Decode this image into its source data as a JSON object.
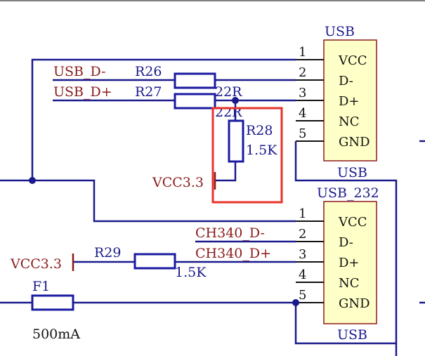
{
  "connector1": {
    "title": "USB",
    "footer": "USB",
    "pins": [
      {
        "num": "1",
        "name": "VCC"
      },
      {
        "num": "2",
        "name": "D-"
      },
      {
        "num": "3",
        "name": "D+"
      },
      {
        "num": "4",
        "name": "NC"
      },
      {
        "num": "5",
        "name": "GND"
      }
    ]
  },
  "connector2": {
    "title": "USB_232",
    "footer": "USB",
    "pins": [
      {
        "num": "1",
        "name": "VCC"
      },
      {
        "num": "2",
        "name": "D-"
      },
      {
        "num": "3",
        "name": "D+"
      },
      {
        "num": "4",
        "name": "NC"
      },
      {
        "num": "5",
        "name": "GND"
      }
    ]
  },
  "nets": {
    "usb_dm": "USB_D-",
    "usb_dp": "USB_D+",
    "ch340_dm": "CH340_D-",
    "ch340_dp": "CH340_D+",
    "vcc33_a": "VCC3.3",
    "vcc33_b": "VCC3.3"
  },
  "components": {
    "r26": {
      "ref": "R26",
      "value": "22R"
    },
    "r27": {
      "ref": "R27",
      "value": "22R"
    },
    "r28": {
      "ref": "R28",
      "value": "1.5K"
    },
    "r29": {
      "ref": "R29",
      "value": "1.5K"
    },
    "f1": {
      "ref": "F1",
      "value": "500mA"
    }
  },
  "colors": {
    "wire": "#1a1a8c",
    "net_label": "#8b1a1a",
    "highlight": "#e8322a",
    "chip_fill": "#ffffc8"
  }
}
